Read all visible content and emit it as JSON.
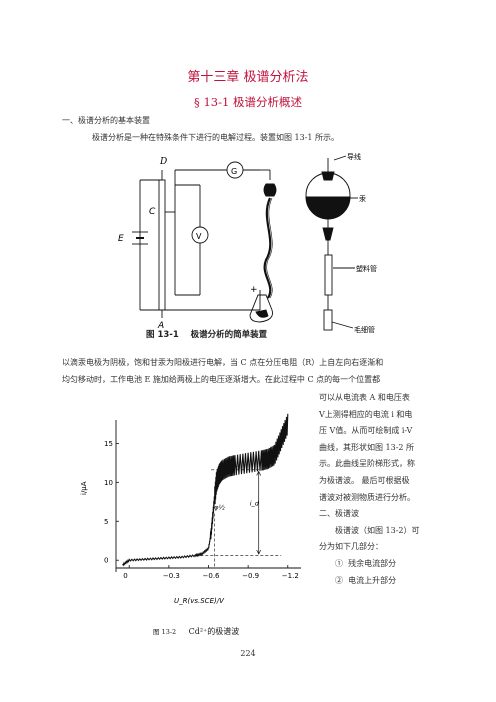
{
  "chapter_title": "第十三章 极谱分析法",
  "section_title": "§ 13-1 极谱分析概述",
  "subsection_1": "一、极谱分析的基本装置",
  "intro_line": "极谱分析是一种在特殊条件下进行的电解过程。装置如图 13-1 所示。",
  "figure1": {
    "caption_num": "图 13-1",
    "caption_text": "极谱分析的简单装置",
    "labels": {
      "D": "D",
      "C": "C",
      "E": "E",
      "A": "A",
      "G": "G",
      "V": "V",
      "plus": "+",
      "wire": "导线",
      "mercury": "汞",
      "plastic_tube": "塑料管",
      "capillary": "毛细管"
    }
  },
  "para_line1": "以滴汞电极为阴极，饱和甘汞为阳极进行电解，当 C 点在分压电阻（R）上自左向右逐渐和",
  "para_line2": "均匀移动时，工作电池 E 施加给两极上的电压逐渐增大。在此过程中 C 点的每一个位置都",
  "side_lines": [
    "可以从电流表 A 和电压表",
    "V上测得相应的电流 i 和电",
    "压 V值。从而可绘制成 i-V",
    "曲线，其形状如图 13-2 所",
    "示。此曲线呈阶梯形式，称",
    "为极谱波。 最后可根据极",
    "谱波对被测物质进行分析。"
  ],
  "subsection_2": "二、极谱波",
  "wave_intro_1": "极谱波（如图 13-2）可",
  "wave_intro_2": "分为如下几部分：",
  "wave_parts": [
    {
      "num": "①",
      "text": "残余电流部分"
    },
    {
      "num": "②",
      "text": "电流上升部分"
    }
  ],
  "figure2": {
    "caption_num": "图 13-2",
    "caption_text": "Cd²⁺的极谱波"
  },
  "chart_data": {
    "type": "line",
    "ylabel": "i/μA",
    "xlabel": "U_R(vs.SCE)/V",
    "x_ticks": [
      "0",
      "−0.3",
      "−0.6",
      "−0.9",
      "−1.2"
    ],
    "y_ticks": [
      "0",
      "5",
      "10",
      "15"
    ],
    "xlim": [
      0.1,
      -1.3
    ],
    "ylim": [
      -1,
      18
    ],
    "annotations": [
      "φ½",
      "i_d"
    ],
    "series": [
      {
        "x": [
          0.05,
          0.0,
          -0.1,
          -0.2,
          -0.3,
          -0.4,
          -0.5,
          -0.55,
          -0.6,
          -0.62,
          -0.64,
          -0.66,
          -0.68,
          -0.7,
          -0.75,
          -0.8,
          -0.9,
          -1.0,
          -1.05,
          -1.1,
          -1.15,
          -1.2
        ],
        "y": [
          -0.6,
          0.0,
          0.1,
          0.2,
          0.3,
          0.4,
          0.6,
          0.8,
          1.5,
          3.5,
          7.0,
          10.0,
          11.0,
          11.5,
          12.0,
          12.2,
          12.5,
          12.8,
          13.0,
          13.5,
          15.5,
          17.5
        ]
      }
    ]
  },
  "page_number": "224"
}
